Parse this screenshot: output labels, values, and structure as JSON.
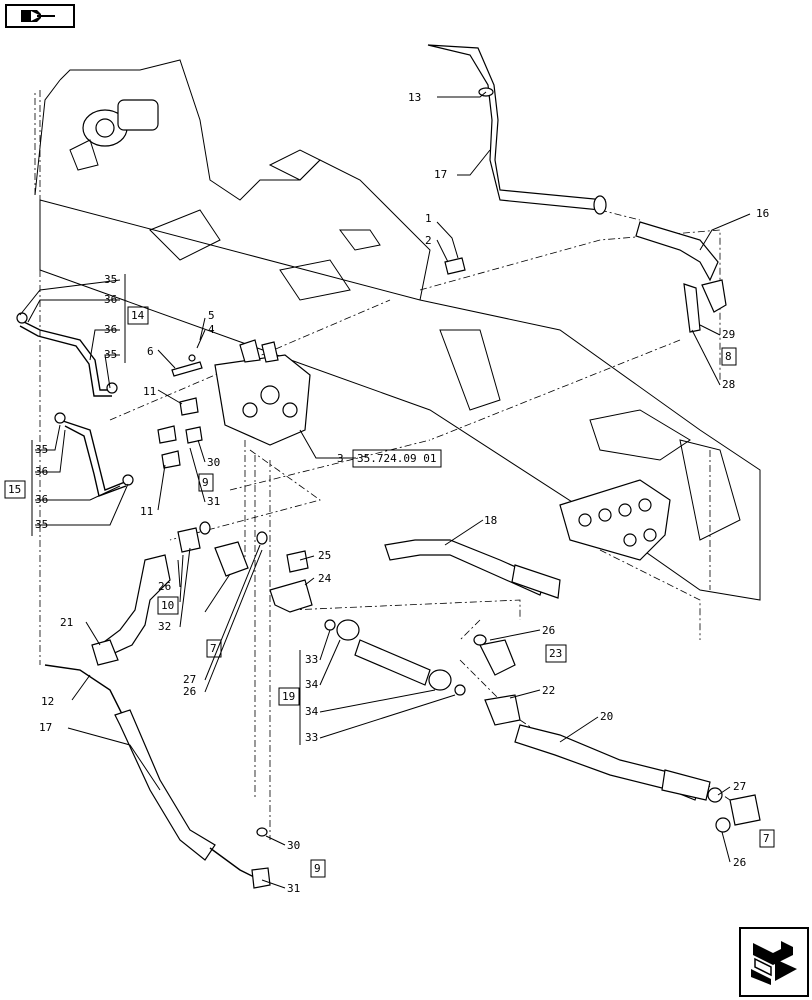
{
  "callouts": {
    "c1": "1",
    "c2": "2",
    "c3": "3",
    "c4": "4",
    "c5": "5",
    "c6": "6",
    "c11a": "11",
    "c11b": "11",
    "c12": "12",
    "c13": "13",
    "c16": "16",
    "c17a": "17",
    "c17b": "17",
    "c18": "18",
    "c20": "20",
    "c21": "21",
    "c22": "22",
    "c24": "24",
    "c25": "25",
    "c26a": "26",
    "c26b": "26",
    "c26c": "26",
    "c26d": "26",
    "c27a": "27",
    "c27b": "27",
    "c28": "28",
    "c29": "29",
    "c30a": "30",
    "c30b": "30",
    "c31a": "31",
    "c31b": "31",
    "c32": "32",
    "c33a": "33",
    "c33b": "33",
    "c34a": "34",
    "c34b": "34",
    "c35a": "35",
    "c35b": "35",
    "c35c": "35",
    "c35d": "35",
    "c36a": "36",
    "c36b": "36",
    "c36c": "36",
    "c36d": "36"
  },
  "boxed": {
    "b3ref": "35.724.09 01",
    "b14": "14",
    "b15": "15",
    "b19": "19",
    "b23": "23",
    "b7a": "7",
    "b7b": "7",
    "b8": "8",
    "b9a": "9",
    "b9b": "9",
    "b10": "10"
  },
  "icons": {
    "prev": "previous-page-icon",
    "next": "next-page-icon"
  }
}
